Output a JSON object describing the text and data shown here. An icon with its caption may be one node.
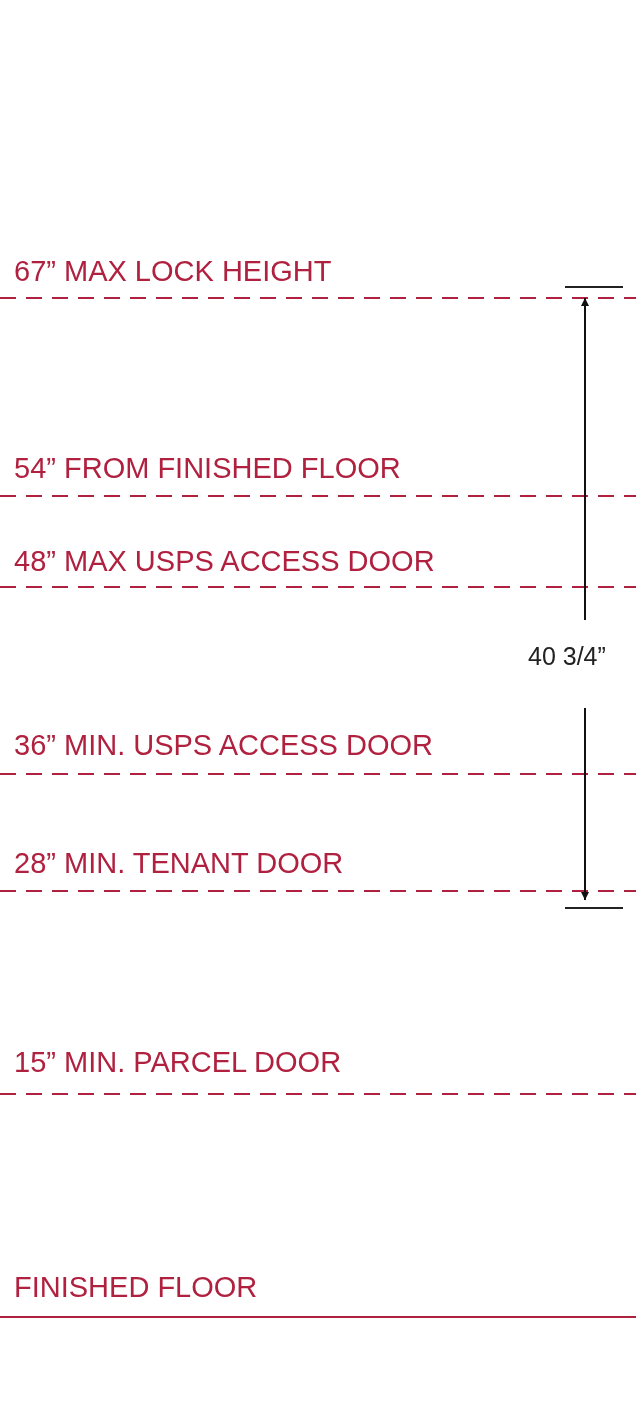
{
  "diagram": {
    "labels": [
      "67” MAX LOCK HEIGHT",
      "54” FROM FINISHED FLOOR",
      "48” MAX USPS ACCESS DOOR",
      "40 3/4”",
      "36” MIN. USPS ACCESS DOOR",
      "28” MIN. TENANT DOOR",
      "15” MIN. PARCEL DOOR",
      "FINISHED FLOOR"
    ]
  }
}
